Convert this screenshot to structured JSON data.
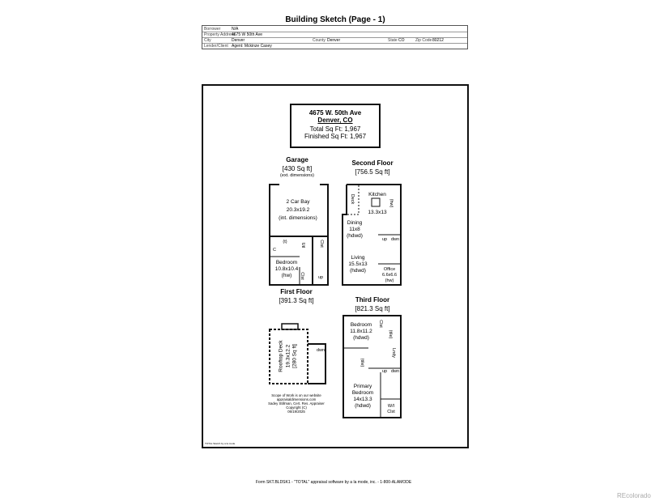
{
  "title": "Building Sketch (Page - 1)",
  "header": {
    "borrower_label": "Borrower",
    "borrower": "N/A",
    "address_label": "Property Address",
    "address": "4675 W 50th Ave",
    "city_label": "City",
    "city": "Denver",
    "county_label": "County",
    "county": "Denver",
    "state_label": "State",
    "state": "CO",
    "zip_label": "Zip Code",
    "zip": "80212",
    "lender_label": "Lender/Client",
    "lender": "Agent: Mckinze Casey"
  },
  "sketch": {
    "address": "4675 W. 50th Ave",
    "city": "Denver, CO",
    "total": "Total Sq Ft: 1,967",
    "finished": "Finished Sq Ft: 1,967",
    "garage": {
      "name": "Garage",
      "area": "[430 Sq ft]",
      "note": "(ext. dimensions)",
      "bay": "2 Car Bay",
      "bay_dim": "20.3x19.2",
      "bay_note": "(int. dimensions)",
      "t": "(t)",
      "c": "C",
      "utl": "Utl",
      "clst": "Clst",
      "clst2": "Clst",
      "up": "up",
      "bedroom": "Bedroom",
      "bedroom_dim": "10.8x10.4",
      "bedroom_floor": "(hw)"
    },
    "first_floor": {
      "name": "First Floor",
      "area": "[391.3 Sq ft]"
    },
    "second_floor": {
      "name": "Second Floor",
      "area": "[756.5 Sq ft]",
      "deck": "Deck",
      "kitchen": "Kitchen",
      "kitchen_dim": "13.3x13",
      "hw": "(hw)",
      "dining": "Dining",
      "dining_dim": "11x8",
      "dining_floor": "(hdwd)",
      "up": "up",
      "dwn": "dwn",
      "living": "Living",
      "living_dim": "15.5x13",
      "living_floor": "(hdwd)",
      "office": "Office",
      "office_dim": "6.6x6.6",
      "office_floor": "(hw)"
    },
    "third_floor": {
      "name": "Third Floor",
      "area": "[821.3 Sq ft]",
      "bedroom": "Bedroom",
      "bedroom_dim": "11.8x11.2",
      "bedroom_floor": "(hdwd)",
      "clst": "Clst",
      "tile1": "(tile)",
      "tile2": "(tile)",
      "lndy": "Lndy",
      "up": "up",
      "dwn": "dwn",
      "primary": "Primary",
      "primary2": "Bedroom",
      "primary_dim": "14x13.3",
      "primary_floor": "(hdwd)",
      "wi": "W/I",
      "wi2": "Clst"
    },
    "rooftop": {
      "name": "Rooftop Deck",
      "dim": "19.3x12.2",
      "area": "[280 Sq ft]",
      "dwn": "dwn"
    },
    "scope": [
      "Scope of Work is on our website",
      "appraisaldimensions.com",
      "Sadey Stillman, Cert. Res. Appraiser",
      "Copyright (C)",
      "06/19/2025"
    ],
    "tiny": "TOTAL Sketch by a la mode"
  },
  "footer": "Form SKT.BLDSK1 - \"TOTAL\" appraisal software by a la mode, inc. - 1-800-ALAMODE",
  "watermark": "REcolorado"
}
